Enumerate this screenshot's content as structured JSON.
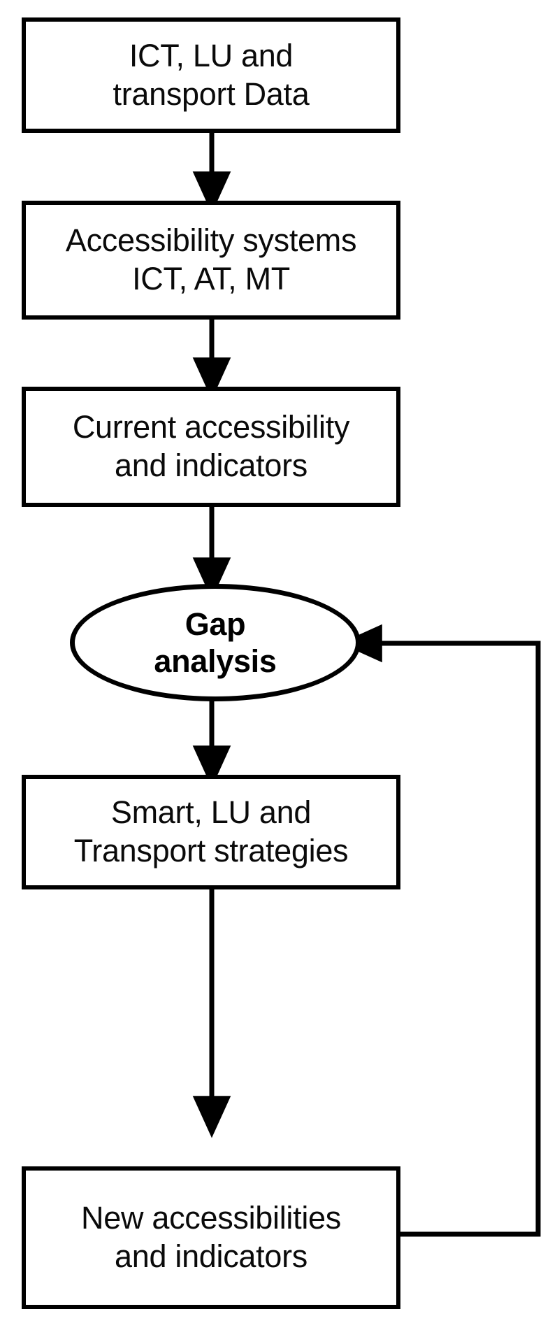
{
  "diagram": {
    "title": "Accessibility gap analysis process flowchart",
    "type": "flowchart",
    "colors": {
      "stroke": "#000000",
      "fill": "#ffffff",
      "text": "#0a0a0a"
    },
    "nodes": [
      {
        "id": "data-inputs",
        "shape": "rectangle",
        "lines": [
          "ICT, LU and",
          "transport Data"
        ]
      },
      {
        "id": "accessibility-systems",
        "shape": "rectangle",
        "lines": [
          "Accessibility systems",
          "ICT, AT, MT"
        ]
      },
      {
        "id": "current-accessibility",
        "shape": "rectangle",
        "lines": [
          "Current accessibility",
          "and indicators"
        ]
      },
      {
        "id": "gap-analysis",
        "shape": "ellipse",
        "lines": [
          "Gap",
          "analysis"
        ]
      },
      {
        "id": "strategies",
        "shape": "rectangle",
        "lines": [
          "Smart, LU and",
          "Transport strategies"
        ]
      },
      {
        "id": "new-accessibilities",
        "shape": "rectangle",
        "lines": [
          "New accessibilities",
          "and indicators"
        ]
      }
    ],
    "edges": [
      {
        "id": "edge-1",
        "from": "data-inputs",
        "to": "accessibility-systems",
        "style": "straight-down-arrow",
        "label": ""
      },
      {
        "id": "edge-2",
        "from": "accessibility-systems",
        "to": "current-accessibility",
        "style": "straight-down-arrow",
        "label": ""
      },
      {
        "id": "edge-3",
        "from": "current-accessibility",
        "to": "gap-analysis",
        "style": "straight-down-arrow",
        "label": ""
      },
      {
        "id": "edge-4",
        "from": "gap-analysis",
        "to": "strategies",
        "style": "straight-down-arrow",
        "label": ""
      },
      {
        "id": "edge-5",
        "from": "strategies",
        "to": "new-accessibilities",
        "style": "straight-down-arrow",
        "label": ""
      },
      {
        "id": "edge-6-feedback",
        "from": "new-accessibilities",
        "to": "gap-analysis",
        "style": "right-side-feedback-loop-arrow",
        "label": ""
      }
    ]
  }
}
